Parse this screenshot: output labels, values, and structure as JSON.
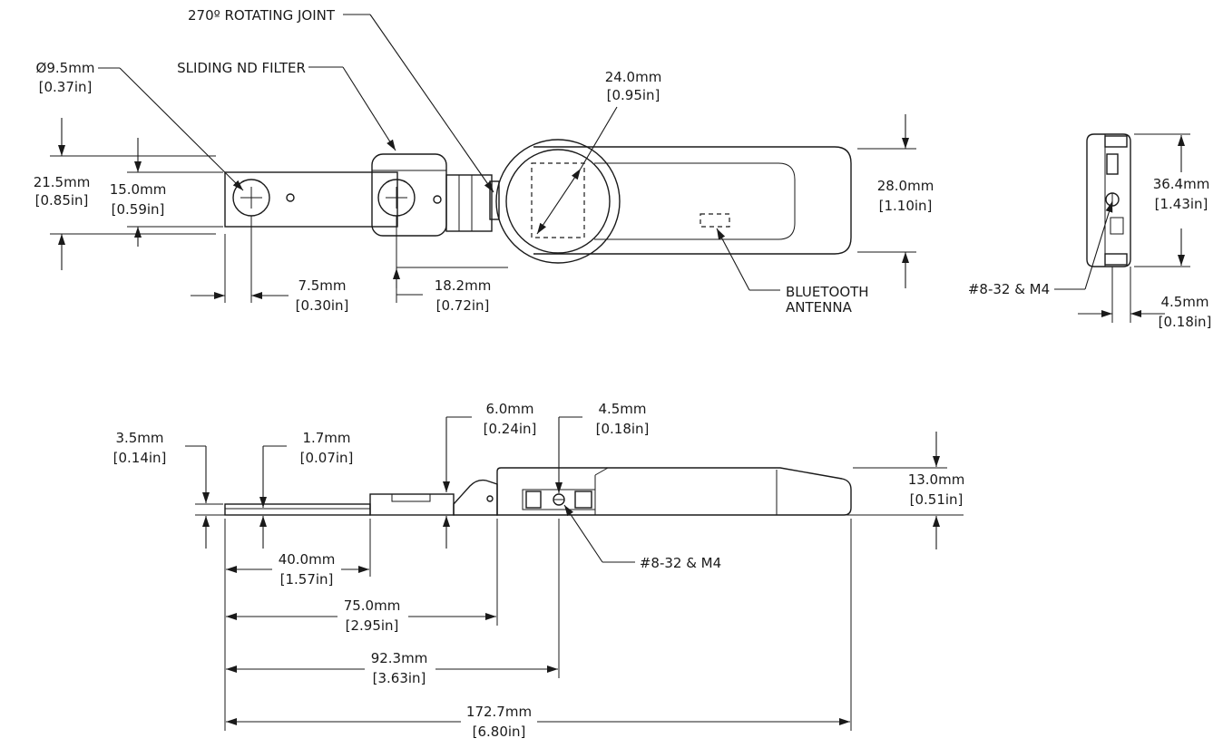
{
  "callouts": {
    "rotating_joint": "270º ROTATING JOINT",
    "nd_filter": "SLIDING ND FILTER",
    "bluetooth_1": "BLUETOOTH",
    "bluetooth_2": "ANTENNA",
    "thread_side": "#8-32 & M4",
    "thread_front": "#8-32 & M4"
  },
  "top_view": {
    "dia_mm": "Ø9.5mm",
    "dia_in": "[0.37in]",
    "h_outer_mm": "21.5mm",
    "h_outer_in": "[0.85in]",
    "h_inner_mm": "15.0mm",
    "h_inner_in": "[0.59in]",
    "offset_mm": "7.5mm",
    "offset_in": "[0.30in]",
    "joint_mm": "18.2mm",
    "joint_in": "[0.72in]",
    "aperture_mm": "24.0mm",
    "aperture_in": "[0.95in]",
    "body_h_mm": "28.0mm",
    "body_h_in": "[1.10in]"
  },
  "end_view": {
    "height_mm": "36.4mm",
    "height_in": "[1.43in]",
    "depth_mm": "4.5mm",
    "depth_in": "[0.18in]"
  },
  "side_view": {
    "arm_t_mm": "3.5mm",
    "arm_t_in": "[0.14in]",
    "step_mm": "1.7mm",
    "step_in": "[0.07in]",
    "joint_w_mm": "6.0mm",
    "joint_w_in": "[0.24in]",
    "mount_mm": "4.5mm",
    "mount_in": "[0.18in]",
    "body_t_mm": "13.0mm",
    "body_t_in": "[0.51in]",
    "len1_mm": "40.0mm",
    "len1_in": "[1.57in]",
    "len2_mm": "75.0mm",
    "len2_in": "[2.95in]",
    "len3_mm": "92.3mm",
    "len3_in": "[3.63in]",
    "len4_mm": "172.7mm",
    "len4_in": "[6.80in]"
  }
}
